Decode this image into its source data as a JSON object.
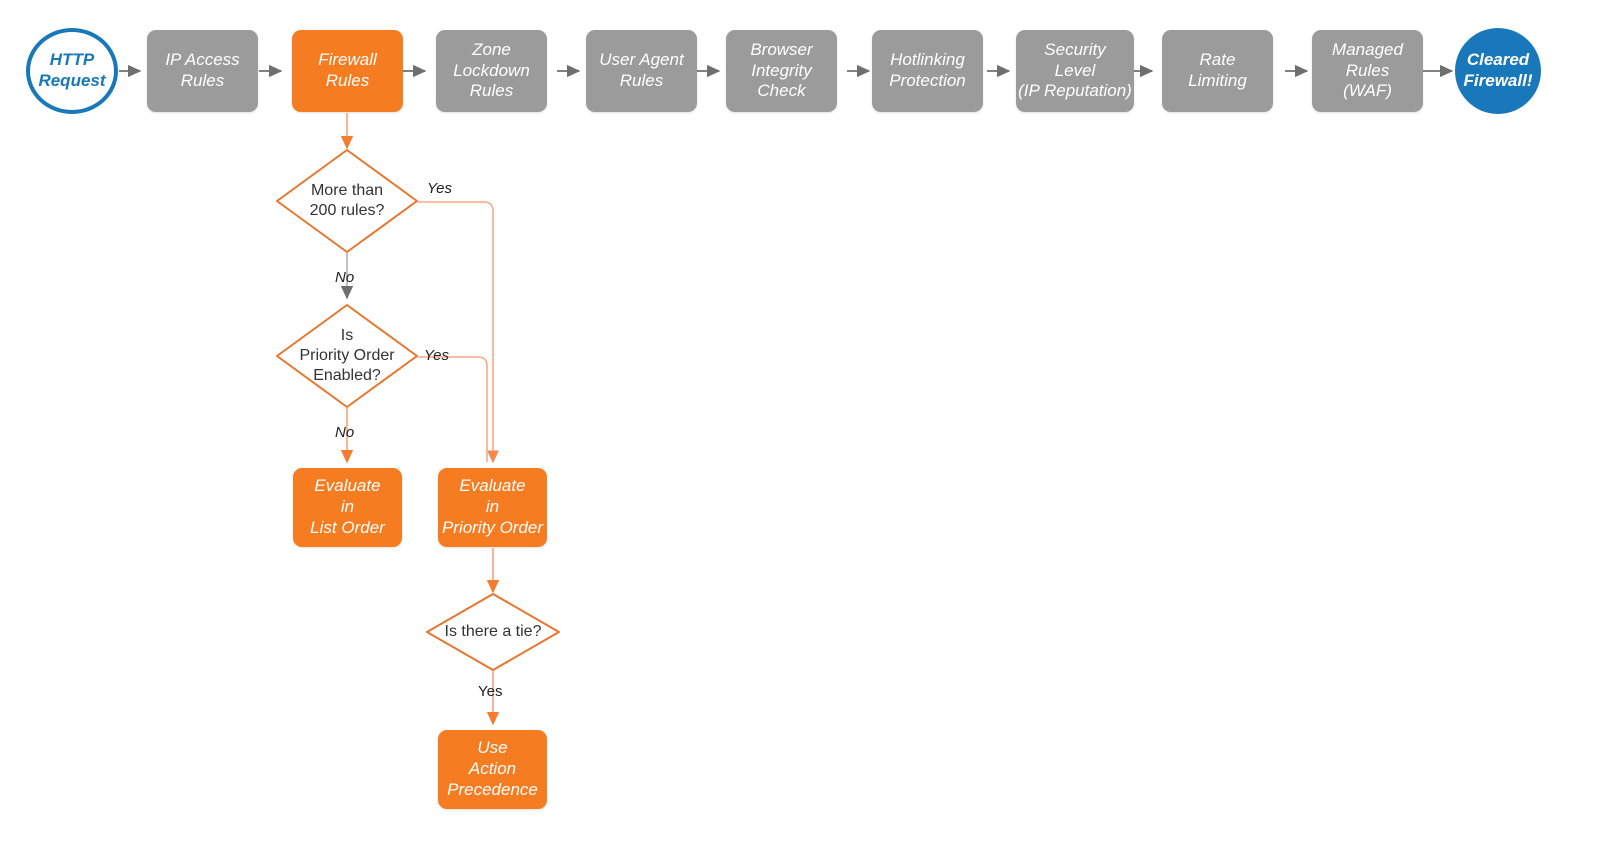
{
  "diagram": {
    "title": "Cloudflare firewall rules evaluation order flowchart",
    "colors": {
      "gray_box": "#9b9b9b",
      "orange_box": "#f57c20",
      "orange_line": "#e8762c",
      "light_orange_line": "#f7a983",
      "blue": "#1878b9",
      "gray_line": "#7a7a7a",
      "text_dark": "#333333",
      "background": "#ffffff"
    }
  },
  "pipeline": {
    "start": {
      "label": "HTTP\nRequest",
      "shape": "circle-open"
    },
    "steps": [
      {
        "label": "IP Access\nRules",
        "shape": "box-gray"
      },
      {
        "label": "Firewall\nRules",
        "shape": "box-orange"
      },
      {
        "label": "Zone\nLockdown\nRules",
        "shape": "box-gray"
      },
      {
        "label": "User Agent\nRules",
        "shape": "box-gray"
      },
      {
        "label": "Browser\nIntegrity\nCheck",
        "shape": "box-gray"
      },
      {
        "label": "Hotlinking\nProtection",
        "shape": "box-gray"
      },
      {
        "label": "Security\nLevel\n(IP Reputation)",
        "shape": "box-gray"
      },
      {
        "label": "Rate\nLimiting",
        "shape": "box-gray"
      },
      {
        "label": "Managed\nRules\n(WAF)",
        "shape": "box-gray"
      }
    ],
    "end": {
      "label": "Cleared\nFirewall!",
      "shape": "circle-solid"
    }
  },
  "decisions": [
    {
      "label": "More than\n200 rules?"
    },
    {
      "label": "Is\nPriority Order\nEnabled?"
    },
    {
      "label": "Is there a tie?"
    }
  ],
  "outcomes": [
    {
      "label": "Evaluate\nin\nList Order"
    },
    {
      "label": "Evaluate\nin\nPriority Order"
    },
    {
      "label": "Use\nAction\nPrecedence"
    }
  ],
  "edge_labels": {
    "more_than_200_yes": "Yes",
    "more_than_200_no": "No",
    "priority_order_yes": "Yes",
    "priority_order_no": "No",
    "tie_yes": "Yes"
  }
}
